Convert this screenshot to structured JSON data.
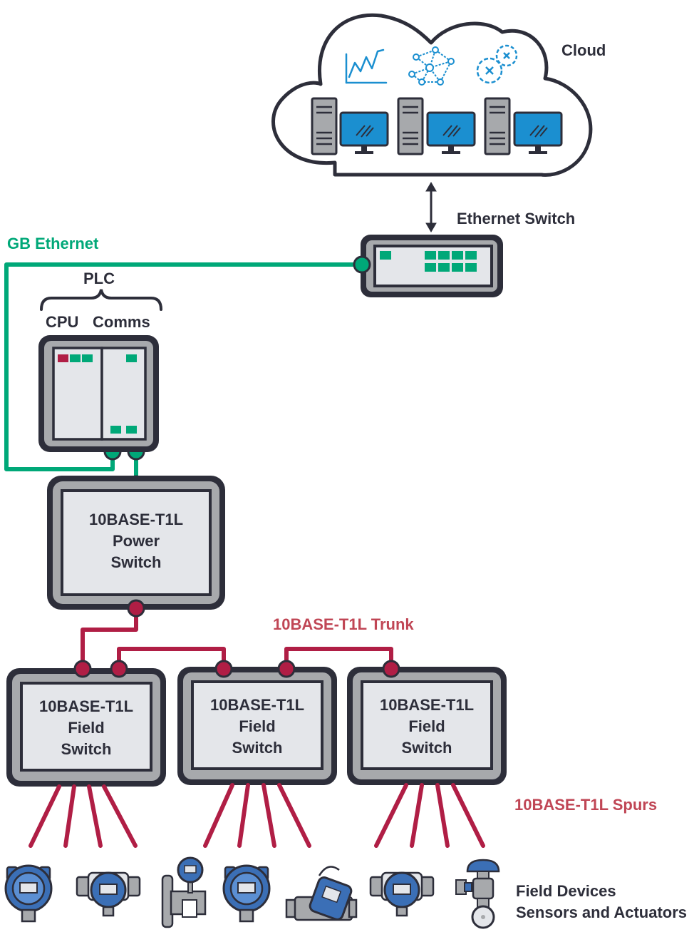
{
  "labels": {
    "cloud": "Cloud",
    "ethernet_switch": "Ethernet Switch",
    "gb_ethernet": "GB Ethernet",
    "plc": "PLC",
    "cpu": "CPU",
    "comms": "Comms",
    "trunk": "10BASE-T1L Trunk",
    "spurs": "10BASE-T1L Spurs",
    "field_devices_line1": "Field Devices",
    "field_devices_line2": "Sensors and Actuators"
  },
  "power_switch": {
    "line1": "10BASE-T1L",
    "line2": "Power",
    "line3": "Switch"
  },
  "field_switches": [
    {
      "line1": "10BASE-T1L",
      "line2": "Field",
      "line3": "Switch"
    },
    {
      "line1": "10BASE-T1L",
      "line2": "Field",
      "line3": "Switch"
    },
    {
      "line1": "10BASE-T1L",
      "line2": "Field",
      "line3": "Switch"
    }
  ],
  "colors": {
    "green": "#00a878",
    "red": "#b01e45",
    "dark": "#2d2e3a",
    "gray": "#a7a9ac",
    "light": "#e4e6ea",
    "blue": "#1b8fd0",
    "device_blue": "#3b6fb6"
  },
  "icons": [
    "line-chart-icon",
    "network-icon",
    "gears-icon",
    "server-tower-icon",
    "monitor-icon",
    "transmitter-icon",
    "flowmeter-icon",
    "valve-actuator-icon"
  ]
}
